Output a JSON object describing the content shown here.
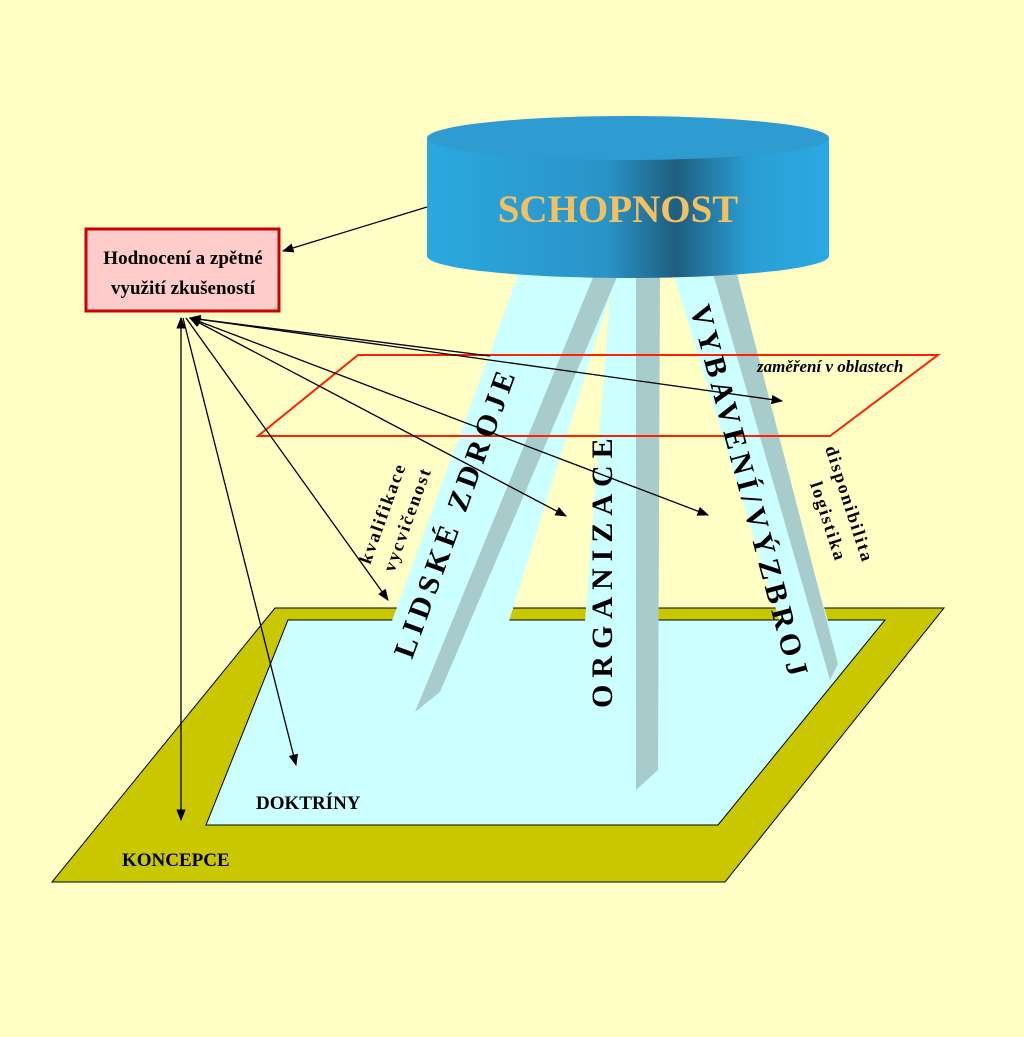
{
  "title": "SCHOPNOST",
  "feedback_box": {
    "line1": "Hodnocení a zpětné",
    "line2": "využití zkušeností"
  },
  "pillars": {
    "human_resources": "LIDSKÉ ZDROJE",
    "organization": "ORGANIZACE",
    "equipment": "VYBAVENÍ/VÝZBROJ"
  },
  "annotations": {
    "qualification": "kvalifikace",
    "training": "vycvičenost",
    "focus": "zaměření v oblastech",
    "availability": "disponibilita",
    "logistics": "logistika"
  },
  "base": {
    "outer": "KONCEPCE",
    "inner": "DOKTRÍNY"
  },
  "colors": {
    "background": "#FFFFC5",
    "cylinder_top": "#2E9CD0",
    "cylinder_body": "#27A4DE",
    "title_text": "#F5C060",
    "beam": "#CCFFFF",
    "beam_shadow": "#A8CCCC",
    "outer_base": "#C9C800",
    "inner_base": "#CCFFFF",
    "feedback_fill": "#FFCCCC",
    "feedback_border": "#CC0000",
    "plane_border": "#FF2200"
  }
}
